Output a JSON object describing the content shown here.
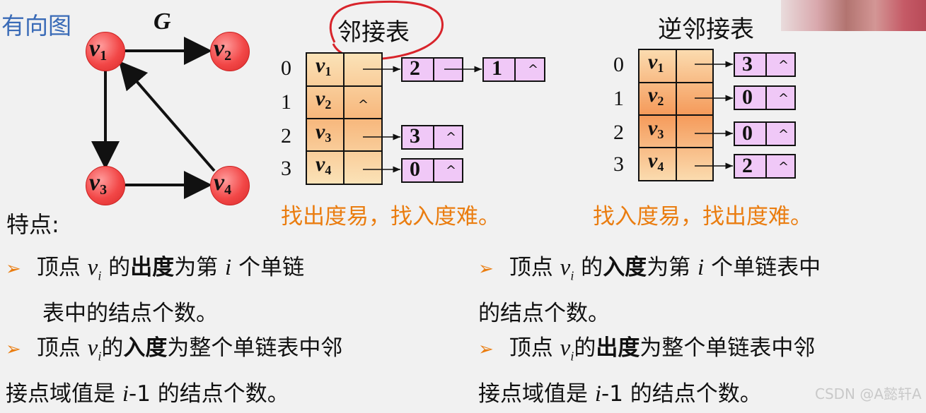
{
  "title": "有向图",
  "graph_label": "G",
  "headers": {
    "adj": "邻接表",
    "rev": "逆邻接表"
  },
  "vertices": [
    {
      "name": "v",
      "sub": "1"
    },
    {
      "name": "v",
      "sub": "2"
    },
    {
      "name": "v",
      "sub": "3"
    },
    {
      "name": "v",
      "sub": "4"
    }
  ],
  "indices": [
    "0",
    "1",
    "2",
    "3"
  ],
  "adj_nodes": [
    "2",
    "1",
    "3",
    "0"
  ],
  "rev_nodes": [
    "3",
    "0",
    "0",
    "2"
  ],
  "null_symbol": "^",
  "notes": {
    "adj": "找出度易，找入度难。",
    "rev": "找入度易，找出度难。"
  },
  "features_label": "特点:",
  "bullet_marker": "➢",
  "bullets": {
    "b1": {
      "a": "顶点 ",
      "vi": "v",
      "sub": "i",
      "b": " 的",
      "strong": "出度",
      "c": "为第 ",
      "i": "i",
      "d": " 个单链",
      "cont": "表中的结点个数。"
    },
    "b2": {
      "a": "顶点 ",
      "vi": "v",
      "sub": "i",
      "b": "的",
      "strong": "入度",
      "c": "为整个单链表中邻",
      "cont1": "接点域值是 ",
      "i": "i",
      "d": "-1  的结点个数。"
    },
    "b3": {
      "a": "顶点 ",
      "vi": "v",
      "sub": "i",
      "b": " 的",
      "strong": "入度",
      "c": "为第 ",
      "i": "i",
      "d": " 个单链表中",
      "cont": "的结点个数。"
    },
    "b4": {
      "a": "顶点 ",
      "vi": "v",
      "sub": "i",
      "b": "的",
      "strong": "出度",
      "c": "为整个单链表中邻",
      "cont1": "接点域值是 ",
      "i": "i",
      "d": "-1 的结点个数。"
    }
  },
  "watermark": "CSDN @A懿轩A",
  "colors": {
    "accent_orange": "#ea7d10",
    "vertex_red": "#f24747",
    "node_purple": "#f0c8f7",
    "title_blue": "#3a6bb7"
  }
}
